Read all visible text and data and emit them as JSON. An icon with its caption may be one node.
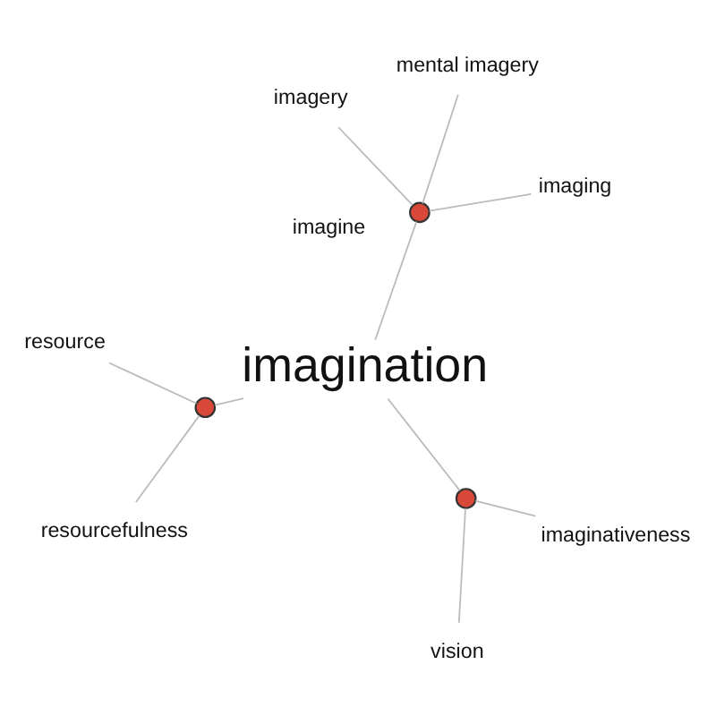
{
  "diagram": {
    "nodes": [
      {
        "text": [
          "mental imagery"
        ]
      },
      {
        "text": [
          "imaging"
        ]
      },
      {
        "text": [
          "imagery"
        ]
      },
      {
        "text": [],
        "shape": "circle"
      },
      {
        "text": [
          "resource"
        ]
      },
      {
        "text": [],
        "shape": "circle"
      },
      {
        "text": [
          "resourcefulness"
        ]
      },
      {
        "text": [
          "imagination"
        ]
      },
      {
        "text": [],
        "shape": "circle"
      },
      {
        "text": [
          "imaginativeness"
        ]
      },
      {
        "text": [
          "vision"
        ]
      }
    ],
    "edges": [
      {
        "from": 7,
        "to": 3,
        "arrow": "none"
      },
      {
        "from": 3,
        "to": 0,
        "arrow": "none"
      },
      {
        "from": 3,
        "to": 1,
        "arrow": "none"
      },
      {
        "from": 3,
        "to": 2,
        "arrow": "none"
      },
      {
        "from": 7,
        "to": 5,
        "arrow": "none"
      },
      {
        "from": 5,
        "to": 4,
        "arrow": "none"
      },
      {
        "from": 5,
        "to": 6,
        "arrow": "none"
      },
      {
        "from": 7,
        "to": 8,
        "arrow": "none"
      },
      {
        "from": 8,
        "to": 9,
        "arrow": "none"
      },
      {
        "from": 8,
        "to": 10,
        "arrow": "none"
      }
    ],
    "labels": [
      "imagine"
    ]
  }
}
